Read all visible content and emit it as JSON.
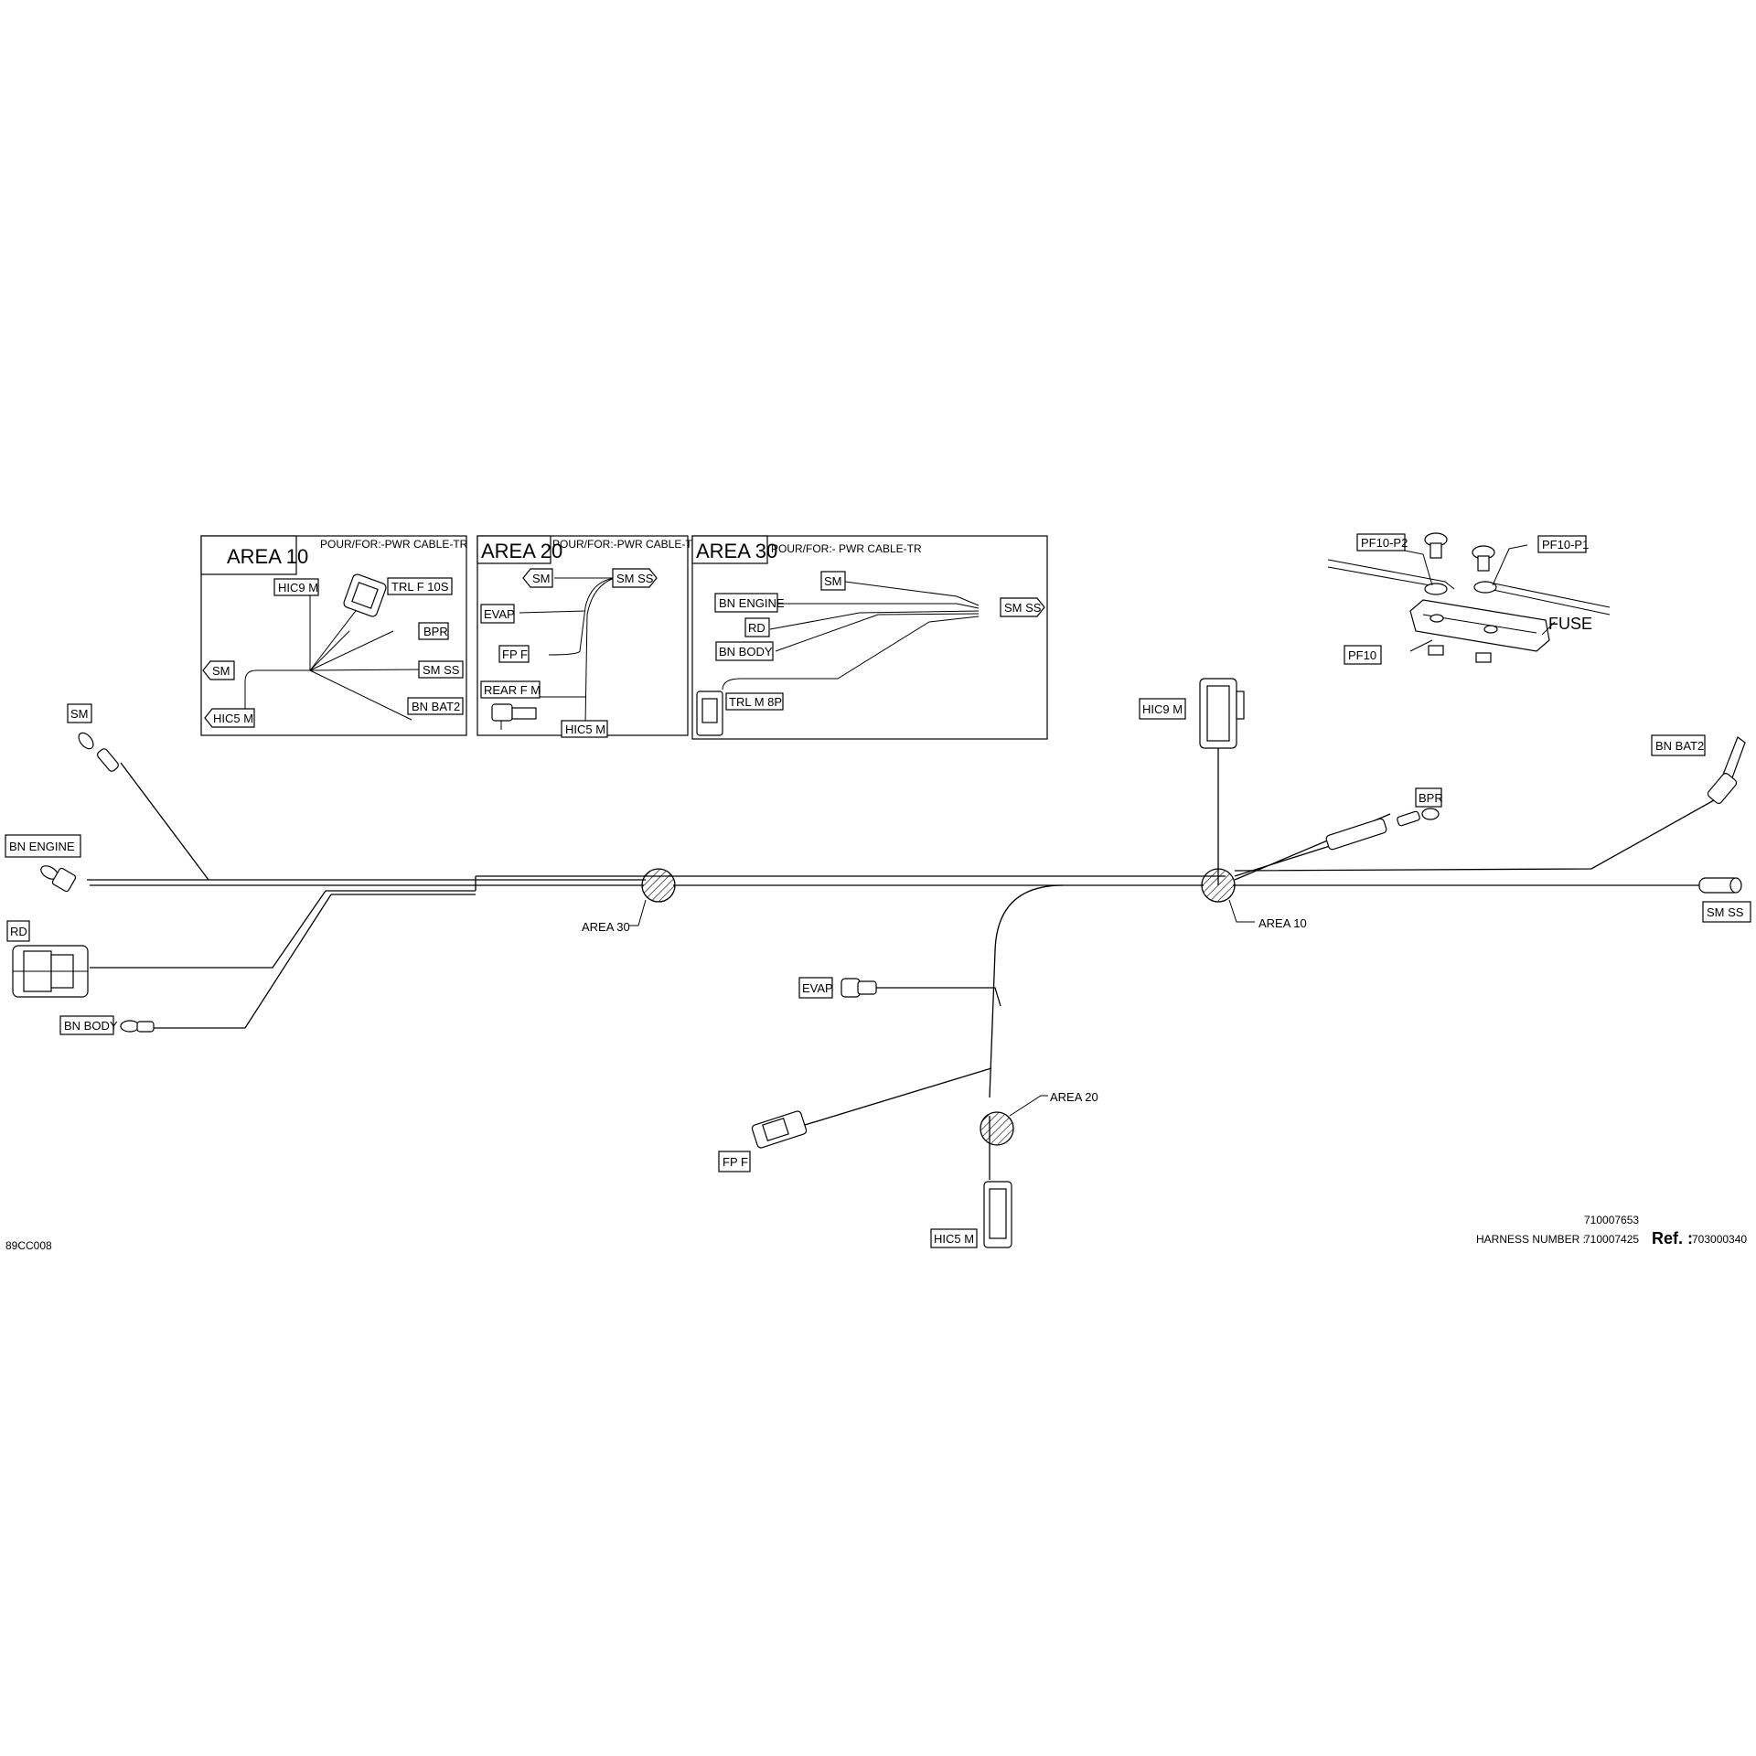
{
  "insets": {
    "area10": {
      "title": "AREA 10",
      "pour": "POUR/FOR:-PWR CABLE-TR",
      "labels": {
        "hic9": "HIC9  M",
        "trl": "TRL  F  10S",
        "bpr": "BPR",
        "sm": "SM",
        "smss": "SM  SS",
        "hic5": "HIC5  M",
        "bat2": "BN  BAT2"
      }
    },
    "area20": {
      "title": "AREA 20",
      "pour": "POUR/FOR:-PWR CABLE-TR",
      "labels": {
        "sm": "SM",
        "smss": "SM  SS",
        "evap": "EVAP",
        "fpf": "FP  F",
        "rear": "REAR  F  M",
        "hic5": "HIC5  M"
      }
    },
    "area30": {
      "title": "AREA 30",
      "pour": "POUR/FOR:- PWR CABLE-TR",
      "labels": {
        "sm": "SM",
        "engine": "BN  ENGINE",
        "rd": "RD",
        "body": "BN  BODY",
        "smss": "SM  SS",
        "trl": "TRL  M  8P"
      }
    }
  },
  "fuse_detail": {
    "p2": "PF10-P2",
    "p1": "PF10-P1",
    "fuse": "FUSE",
    "pf10": "PF10"
  },
  "connectors": {
    "sm": "SM",
    "bn_engine": "BN  ENGINE",
    "rd": "RD",
    "bn_body": "BN  BODY",
    "hic9": "HIC9  M",
    "bpr": "BPR",
    "bn_bat2": "BN  BAT2",
    "sm_ss": "SM  SS",
    "evap": "EVAP",
    "fp_f": "FP  F",
    "hic5": "HIC5  M"
  },
  "areas": {
    "a30": "AREA 30",
    "a10": "AREA 10",
    "a20": "AREA 20"
  },
  "footer": {
    "code": "89CC008",
    "harness_label": "HARNESS NUMBER :",
    "number_1": "710007653",
    "number_2": "710007425",
    "ref_label": "Ref. :",
    "ref_value": "703000340"
  }
}
